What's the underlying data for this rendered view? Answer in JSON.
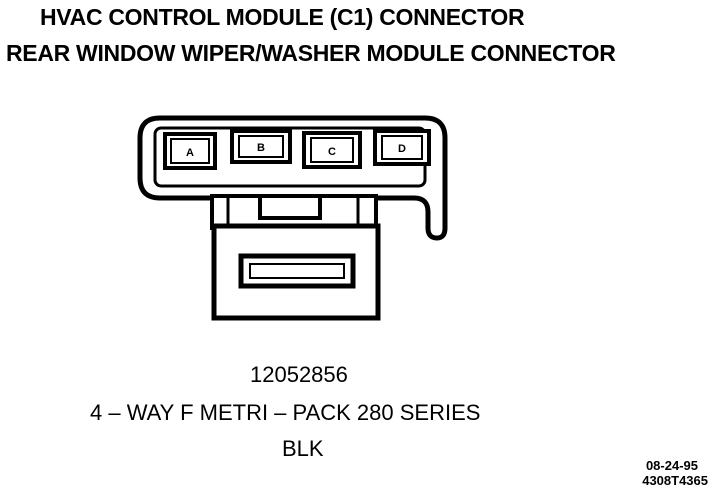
{
  "titles": {
    "line1": "HVAC CONTROL MODULE (C1) CONNECTOR",
    "line2": "REAR WINDOW WIPER/WASHER MODULE CONNECTOR"
  },
  "connector": {
    "pins": [
      "A",
      "B",
      "C",
      "D"
    ]
  },
  "details": {
    "part_number": "12052856",
    "series": "4 – WAY F METRI – PACK 280 SERIES",
    "color": "BLK"
  },
  "footer": {
    "date": "08-24-95",
    "reference": "4308T4365"
  }
}
